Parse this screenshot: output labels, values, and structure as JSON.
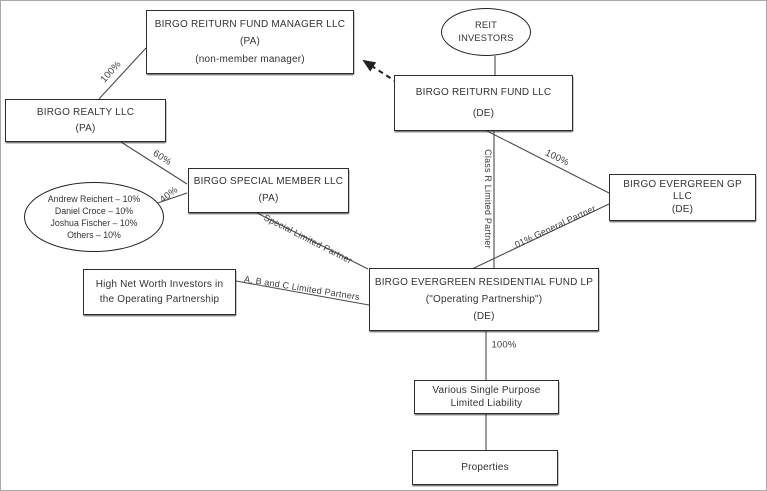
{
  "nodes": {
    "manager": {
      "lines": [
        "BIRGO REITURN FUND MANAGER LLC",
        "(PA)",
        "(non-member manager)"
      ]
    },
    "reit_investors": {
      "lines": [
        "REIT",
        "INVESTORS"
      ]
    },
    "reiturn_fund": {
      "lines": [
        "BIRGO REITURN FUND LLC",
        "(DE)"
      ]
    },
    "realty": {
      "lines": [
        "BIRGO REALTY LLC",
        "(PA)"
      ]
    },
    "owners": {
      "lines": [
        "Andrew Reichert – 10%",
        "Daniel Croce – 10%",
        "Joshua Fischer – 10%",
        "Others – 10%"
      ]
    },
    "special_member": {
      "lines": [
        "BIRGO SPECIAL MEMBER LLC",
        "(PA)"
      ]
    },
    "hnw_investors": {
      "lines": [
        "High Net Worth Investors in",
        "the Operating Partnership"
      ]
    },
    "operating_partnership": {
      "lines": [
        "BIRGO EVERGREEN RESIDENTIAL FUND LP",
        "(\"Operating Partnership\")",
        "(DE)"
      ]
    },
    "evergreen_gp": {
      "lines": [
        "BIRGO EVERGREEN GP LLC",
        "(DE)"
      ]
    },
    "spe": {
      "lines": [
        "Various Single Purpose",
        "Limited Liability"
      ]
    },
    "properties": {
      "lines": [
        "Properties"
      ]
    }
  },
  "edge_labels": {
    "realty_to_manager": "100%",
    "realty_to_special": "60%",
    "owners_to_special": "40%",
    "special_to_op": "Special Limited Partner",
    "hnw_to_op": "A, B and C Limited Partners",
    "fund_to_op": "Class R Limited Partner",
    "fund_to_gp": "100%",
    "gp_to_op": ".01% General Partner",
    "op_to_spe": "100%"
  },
  "colors": {
    "line": "#4a4a4a",
    "arrow": "#222222",
    "border": "#2e2e2e",
    "background": "#ffffff"
  }
}
